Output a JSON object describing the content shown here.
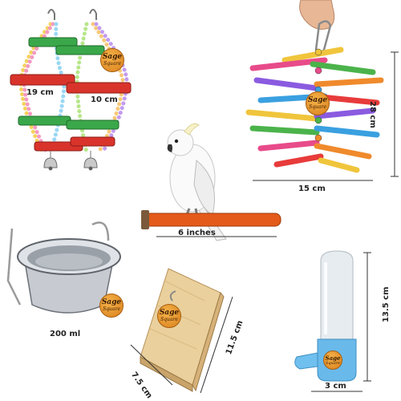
{
  "product_set": {
    "ladder": {
      "width_label": "19 cm",
      "rung_label": "10 cm"
    },
    "stick_toy": {
      "height_label": "28 cm",
      "width_label": "15 cm"
    },
    "perch": {
      "length_label": "6 inches"
    },
    "cup": {
      "volume_label": "200 ml"
    },
    "platform": {
      "width_label": "7.5 cm",
      "length_label": "11.5 cm"
    },
    "feeder": {
      "height_label": "13.5 cm",
      "width_label": "3 cm"
    }
  },
  "brand_logo": {
    "line1": "Sage",
    "line2": "Square"
  },
  "colors": {
    "background": "#ffffff",
    "logo_orange": "#e8912c",
    "feeder_blue": "#69b9ea",
    "perch_orange": "#e35a1a",
    "wood": "#e9cf9a"
  }
}
